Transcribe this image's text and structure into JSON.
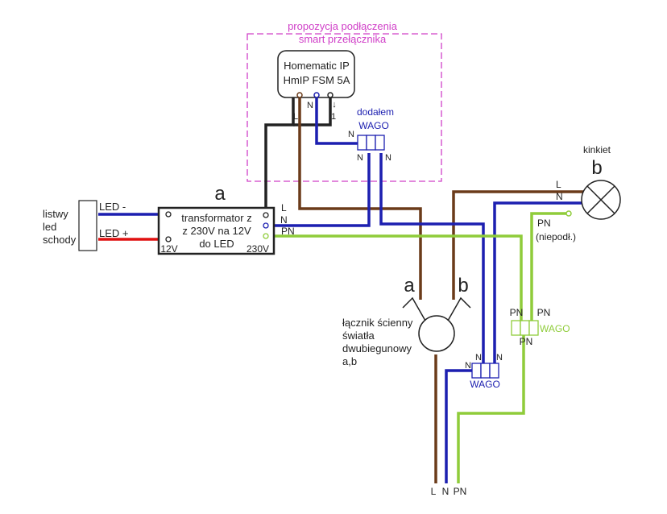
{
  "colors": {
    "brown": "#6b3b1a",
    "blue": "#1c1fb0",
    "green": "#8fcc3a",
    "red": "#e01010",
    "black": "#222222",
    "magenta": "#d040c8",
    "wago_blue_text": "#1c1fb0",
    "wago_green_text": "#8fcc3a"
  },
  "proposal": {
    "title_line1": "propozycja podłączenia",
    "title_line2": "smart przełącznika"
  },
  "homematic": {
    "line1": "Homematic IP",
    "line2": "HmIP FSM 5A",
    "term_L": "L",
    "term_N": "N",
    "term_1": "1",
    "arrow_in": "↑",
    "arrow_out": "↓"
  },
  "wago_top": {
    "note_line1": "dodałem",
    "note_line2": "WAGO",
    "n_left": "N",
    "n_bottom_left": "N",
    "n_bottom_right": "N"
  },
  "transformer": {
    "tag": "a",
    "line1": "transformator z",
    "line2": "z 230V na 12V",
    "line3": "do LED",
    "v12": "12V",
    "v230": "230V",
    "term_L": "L",
    "term_N": "N",
    "term_PN": "PN"
  },
  "led": {
    "label_line1": "listwy",
    "label_line2": "led",
    "label_line3": "schody",
    "minus": "LED -",
    "plus": "LED +"
  },
  "kinkiet": {
    "label": "kinkiet",
    "tag": "b",
    "term_L": "L",
    "term_N": "N",
    "term_PN": "PN",
    "pn_note": "(niepodł.)"
  },
  "switch": {
    "tag_a": "a",
    "tag_b": "b",
    "label_line1": "łącznik ścienny",
    "label_line2": "światła",
    "label_line3": "dwubiegunowy",
    "label_line4": "a,b"
  },
  "wago_green": {
    "pn_top_left": "PN",
    "pn_top_right": "PN",
    "pn_bottom": "PN",
    "label": "WAGO"
  },
  "wago_bottom": {
    "n_top_left": "N",
    "n_top_right": "N",
    "n_left": "N",
    "label": "WAGO"
  },
  "supply": {
    "L": "L",
    "N": "N",
    "PN": "PN"
  }
}
